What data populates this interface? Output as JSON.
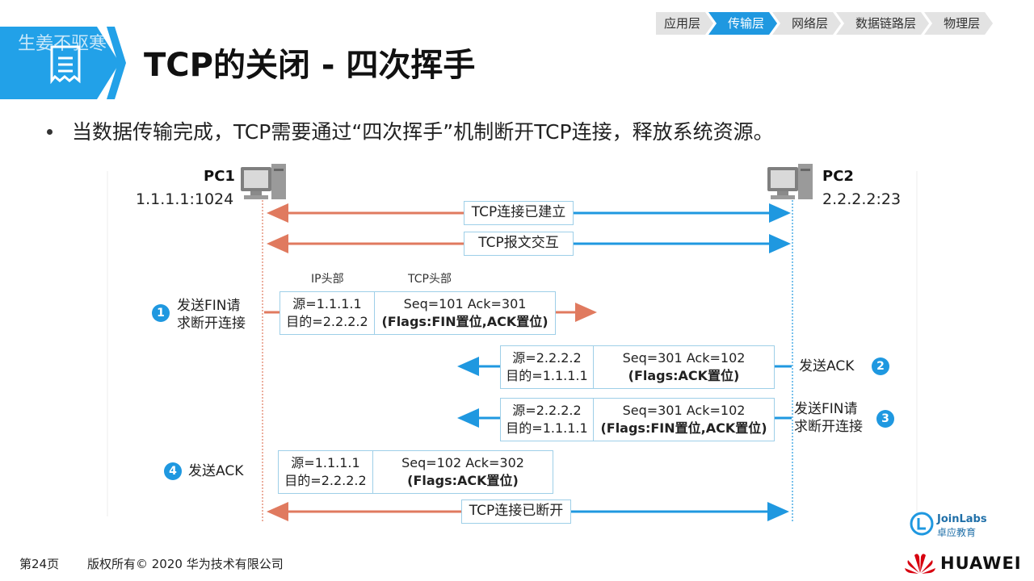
{
  "nav": {
    "items": [
      "应用层",
      "传输层",
      "网络层",
      "数据链路层",
      "物理层"
    ],
    "active_index": 1
  },
  "watermark": "生姜不驱寒",
  "title": "TCP的关闭 - 四次挥手",
  "bullet": "当数据传输完成，TCP需要通过“四次挥手”机制断开TCP连接，释放系统资源。",
  "pc1": {
    "label": "PC1",
    "address": "1.1.1.1:1024"
  },
  "pc2": {
    "label": "PC2",
    "address": "2.2.2.2:23"
  },
  "messages": {
    "established": "TCP连接已建立",
    "exchange": "TCP报文交互",
    "closed": "TCP连接已断开"
  },
  "headers": {
    "ip": "IP头部",
    "tcp": "TCP头部"
  },
  "packets": [
    {
      "src": "源=1.1.1.1",
      "dst": "目的=2.2.2.2",
      "seq": "Seq=101  Ack=301",
      "flags": "(Flags:FIN置位,ACK置位)"
    },
    {
      "src": "源=2.2.2.2",
      "dst": "目的=1.1.1.1",
      "seq": "Seq=301 Ack=102",
      "flags": "(Flags:ACK置位)"
    },
    {
      "src": "源=2.2.2.2",
      "dst": "目的=1.1.1.1",
      "seq": "Seq=301 Ack=102",
      "flags": "(Flags:FIN置位,ACK置位)"
    },
    {
      "src": "源=1.1.1.1",
      "dst": "目的=2.2.2.2",
      "seq": "Seq=102  Ack=302",
      "flags": "(Flags:ACK置位)"
    }
  ],
  "steps": [
    {
      "num": "1",
      "line1": "发送FIN请",
      "line2": "求断开连接"
    },
    {
      "num": "2",
      "line1": "发送ACK",
      "line2": ""
    },
    {
      "num": "3",
      "line1": "发送FIN请",
      "line2": "求断开连接"
    },
    {
      "num": "4",
      "line1": "发送ACK",
      "line2": ""
    }
  ],
  "footer": {
    "page": "第24页",
    "copyright": "版权所有© 2020 华为技术有限公司",
    "joinlabs_en": "JoinLabs",
    "joinlabs_cn": "卓应教育",
    "brand": "HUAWEI"
  },
  "colors": {
    "accent": "#1f98e0",
    "pc1_arrow": "#e07a5f",
    "pc2_arrow": "#1f98e0"
  }
}
